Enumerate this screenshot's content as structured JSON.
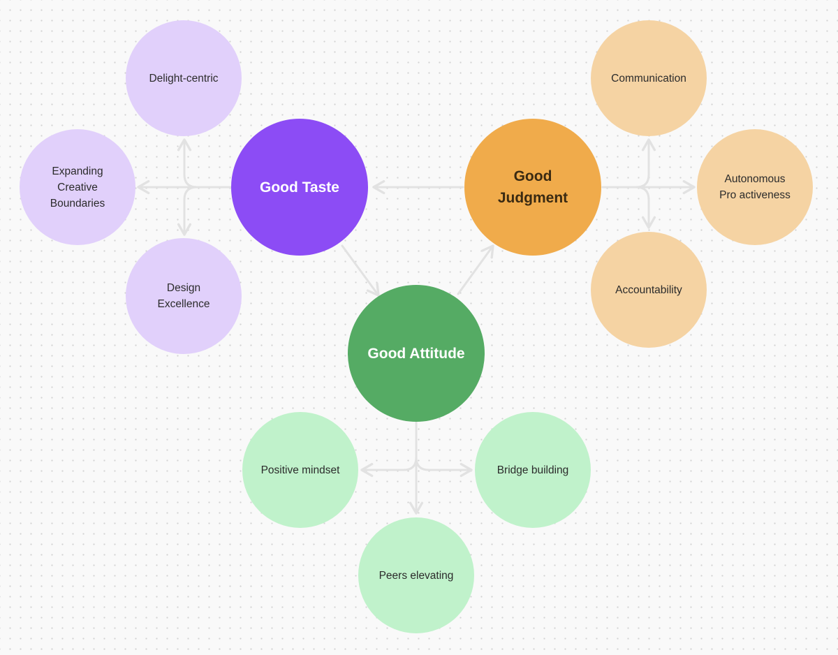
{
  "colors": {
    "taste_main": "#8c4cf5",
    "taste_sub": "#e1d0fb",
    "judgment_main": "#f0ab4b",
    "judgment_sub": "#f5d3a3",
    "attitude_main": "#55ab64",
    "attitude_sub": "#c0f2cb",
    "connector": "#e2e2e2",
    "background": "#f9f9f9"
  },
  "taste": {
    "title": "Good Taste",
    "items": [
      "Delight-centric",
      "Expanding Creative Boundaries",
      "Design Excellence"
    ]
  },
  "judgment": {
    "title": "Good Judgment",
    "items": [
      "Communication",
      "Autonomous Pro activeness",
      "Accountability"
    ]
  },
  "attitude": {
    "title": "Good Attitude",
    "items": [
      "Positive mindset",
      "Bridge building",
      "Peers elevating"
    ]
  }
}
